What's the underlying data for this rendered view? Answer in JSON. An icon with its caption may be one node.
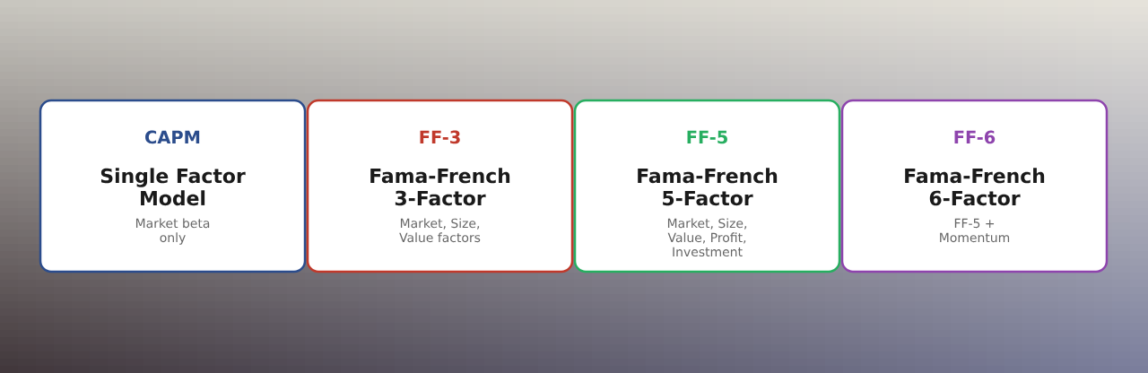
{
  "diagram": {
    "nodes": [
      {
        "text": [
          "CAPM",
          "Single Factor Model",
          "Market beta only"
        ]
      },
      {
        "text": [
          "FF-3",
          "Fama-French 3-Factor",
          "Market, Size, Value factors"
        ]
      },
      {
        "text": [
          "FF-5",
          "Fama-French 5-Factor",
          "Market, Size, Value, Profit, Investment"
        ]
      },
      {
        "text": [
          "FF-6",
          "Fama-French 6-Factor",
          "FF-5 + Momentum"
        ]
      }
    ]
  }
}
